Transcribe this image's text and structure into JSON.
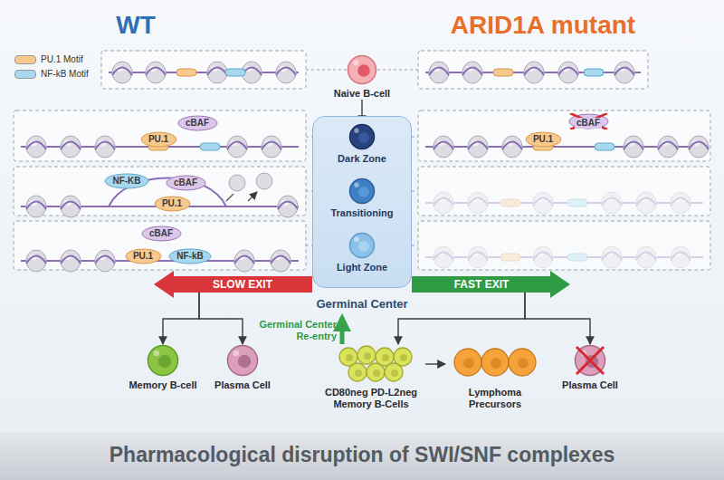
{
  "diagram": {
    "nodes": [
      {
        "text": [
          "Germinal Center"
        ]
      },
      {
        "text": [
          "Naive B-cell"
        ]
      },
      {
        "text": [
          "Dark Zone"
        ],
        "in": 0
      },
      {
        "text": [
          "Transitioning"
        ],
        "in": 0
      },
      {
        "text": [
          "Light Zone"
        ],
        "in": 0
      },
      {
        "text": [
          "Memory B-cell"
        ]
      },
      {
        "text": [
          "Plasma Cell"
        ]
      },
      {
        "text": [
          "CD80neg PD-L2neg Memory B-Cells"
        ]
      },
      {
        "text": [
          "Lymphoma Precursors"
        ]
      },
      {
        "text": [
          "Plasma Cell"
        ]
      },
      {
        "text": [
          "PU.1"
        ]
      },
      {
        "text": [
          "cBAF"
        ]
      },
      {
        "text": [
          "NF-KB"
        ]
      },
      {
        "text": [
          "cBAF"
        ]
      },
      {
        "text": [
          "PU.1"
        ]
      },
      {
        "text": [
          "cBAF"
        ]
      },
      {
        "text": [
          "PU.1"
        ]
      },
      {
        "text": [
          "NF-kB"
        ]
      },
      {
        "text": [
          "PU.1"
        ]
      },
      {
        "text": [
          "cBAF"
        ]
      }
    ],
    "edges": [
      {
        "from": 1,
        "to": 2,
        "arrow": "to"
      },
      {
        "from": 2,
        "to": 3,
        "arrow": "to"
      },
      {
        "from": 3,
        "to": 4,
        "arrow": "to"
      },
      {
        "from": 0,
        "to": 5,
        "label": "SLOW EXIT",
        "arrow": "to"
      },
      {
        "from": 0,
        "to": 6,
        "arrow": "to"
      },
      {
        "from": 0,
        "to": 7,
        "label": "FAST EXIT",
        "arrow": "to"
      },
      {
        "from": 0,
        "to": 9,
        "arrow": "to"
      },
      {
        "from": 7,
        "to": 8,
        "arrow": "to"
      },
      {
        "from": 7,
        "to": 0,
        "label": "Germinal Center Re-entry",
        "arrow": "to"
      }
    ],
    "labels": [
      "WT",
      "ARID1A mutant",
      "Pharmacological disruption of SWI/SNF complexes"
    ],
    "legend": [
      {
        "text": "PU.1 Motif",
        "color": "#f8c98c"
      },
      {
        "text": "NF-kB Motif",
        "color": "#a8d8ee"
      }
    ]
  }
}
